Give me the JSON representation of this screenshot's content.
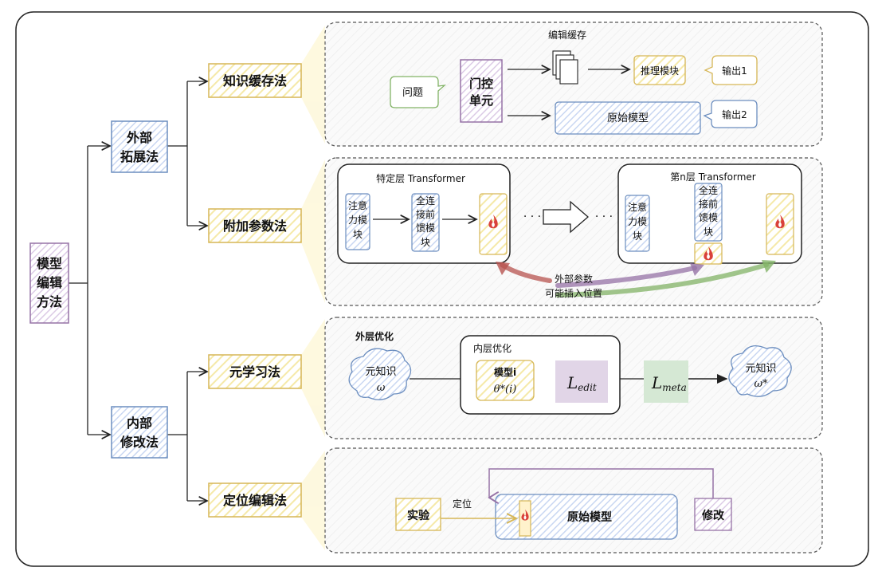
{
  "root": {
    "label_lines": [
      "模型",
      "编辑",
      "方法"
    ]
  },
  "categories": [
    {
      "label_lines": [
        "外部",
        "拓展法"
      ]
    },
    {
      "label_lines": [
        "内部",
        "修改法"
      ]
    }
  ],
  "methods": [
    "知识缓存法",
    "附加参数法",
    "元学习法",
    "定位编辑法"
  ],
  "panel_cache": {
    "title": "编辑缓存",
    "question": "问题",
    "gate_lines": [
      "门控",
      "单元"
    ],
    "reasoning": "推理模块",
    "original_model": "原始模型",
    "output1": "输出1",
    "output2": "输出2"
  },
  "panel_params": {
    "layer1_title": "特定层 Transformer",
    "layerN_title": "第n层 Transformer",
    "attention_lines": [
      "注意",
      "力模",
      "块"
    ],
    "ffn_lines": [
      "全连",
      "接前",
      "馈模",
      "块"
    ],
    "dots": "· · ·",
    "note_lines": [
      "外部参数",
      "可能插入位置"
    ],
    "icons": [
      "flame-icon",
      "hollow-arrow-icon"
    ]
  },
  "panel_meta": {
    "outer": "外层优化",
    "inner": "内层优化",
    "meta_knowledge": "元知识",
    "omega": "ω",
    "omega_star": "ω*",
    "model_i": "模型i",
    "theta": "θ*(i)",
    "l_edit": "L",
    "l_edit_sub": "edit",
    "l_meta": "L",
    "l_meta_sub": "meta"
  },
  "panel_locate": {
    "experiment": "实验",
    "locate": "定位",
    "original_model": "原始模型",
    "modify": "修改"
  },
  "colors": {
    "blue": "#6c8ebf",
    "blue_fill": "#dae8fc",
    "yellow": "#d6b656",
    "yellow_fill": "#fff2cc",
    "purple": "#9673a6",
    "purple_fill": "#e1d5e7",
    "green": "#82b366",
    "green_fill": "#d5e8d4",
    "red": "#b85450"
  }
}
